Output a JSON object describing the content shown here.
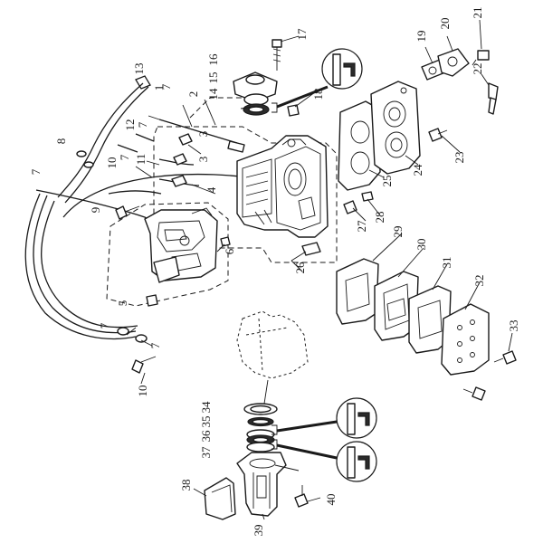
{
  "parts": [
    {
      "id": "p1",
      "label": "1"
    },
    {
      "id": "p2",
      "label": "2"
    },
    {
      "id": "p3a",
      "label": "3"
    },
    {
      "id": "p3b",
      "label": "3"
    },
    {
      "id": "p4",
      "label": "4"
    },
    {
      "id": "p5",
      "label": "5"
    },
    {
      "id": "p6",
      "label": "6"
    },
    {
      "id": "p7a",
      "label": "7"
    },
    {
      "id": "p7b",
      "label": "7"
    },
    {
      "id": "p7c",
      "label": "7"
    },
    {
      "id": "p7d",
      "label": "7"
    },
    {
      "id": "p7e",
      "label": "7"
    },
    {
      "id": "p7f",
      "label": "7"
    },
    {
      "id": "p8",
      "label": "8"
    },
    {
      "id": "p9",
      "label": "9"
    },
    {
      "id": "p10a",
      "label": "10"
    },
    {
      "id": "p10b",
      "label": "10"
    },
    {
      "id": "p11",
      "label": "11"
    },
    {
      "id": "p12",
      "label": "12"
    },
    {
      "id": "p13",
      "label": "13"
    },
    {
      "id": "p14",
      "label": "14"
    },
    {
      "id": "p15",
      "label": "15"
    },
    {
      "id": "p16",
      "label": "16"
    },
    {
      "id": "p17",
      "label": "17"
    },
    {
      "id": "p18",
      "label": "18"
    },
    {
      "id": "p19",
      "label": "19"
    },
    {
      "id": "p20",
      "label": "20"
    },
    {
      "id": "p21",
      "label": "21"
    },
    {
      "id": "p22",
      "label": "22"
    },
    {
      "id": "p23",
      "label": "23"
    },
    {
      "id": "p24",
      "label": "24"
    },
    {
      "id": "p25",
      "label": "25"
    },
    {
      "id": "p26",
      "label": "26"
    },
    {
      "id": "p27",
      "label": "27"
    },
    {
      "id": "p28",
      "label": "28"
    },
    {
      "id": "p29",
      "label": "29"
    },
    {
      "id": "p30",
      "label": "30"
    },
    {
      "id": "p31",
      "label": "31"
    },
    {
      "id": "p32",
      "label": "32"
    },
    {
      "id": "p33",
      "label": "33"
    },
    {
      "id": "p34",
      "label": "34"
    },
    {
      "id": "p35",
      "label": "35"
    },
    {
      "id": "p36",
      "label": "36"
    },
    {
      "id": "p37",
      "label": "37"
    },
    {
      "id": "p38",
      "label": "38"
    },
    {
      "id": "p39",
      "label": "39"
    },
    {
      "id": "p40",
      "label": "40"
    }
  ],
  "callouts": [
    {
      "id": "c-top",
      "icon": "grease-tube-icon"
    },
    {
      "id": "c-mid",
      "icon": "grease-tube-icon"
    },
    {
      "id": "c-bot",
      "icon": "grease-tube-icon"
    }
  ]
}
